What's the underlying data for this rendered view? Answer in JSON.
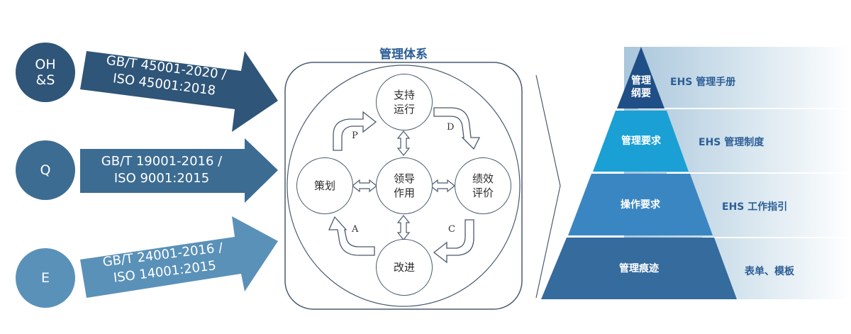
{
  "standards": [
    {
      "circle": "OH\n&S",
      "arrow": "GB/T 45001-2020 /\nISO 45001:2018",
      "color": "#2f5578"
    },
    {
      "circle": "Q",
      "arrow": "GB/T 19001-2016 /\nISO 9001:2015",
      "color": "#3c6c92"
    },
    {
      "circle": "E",
      "arrow": "GB/T 24001-2016 /\nISO 14001:2015",
      "color": "#5a91b8"
    }
  ],
  "system": {
    "title": "管理体系",
    "nodes": {
      "top": "支持\n运行",
      "left": "策划",
      "center": "领导\n作用",
      "right": "绩效\n评价",
      "bottom": "改进"
    },
    "pdca": {
      "p": "P",
      "d": "D",
      "c": "C",
      "a": "A"
    }
  },
  "pyramid": [
    {
      "label": "管理\n纲要",
      "desc": "EHS  管理手册",
      "color": "#1f4f86"
    },
    {
      "label": "管理要求",
      "desc": "EHS  管理制度",
      "color": "#1aa0d4"
    },
    {
      "label": "操作要求",
      "desc": "EHS  工作指引",
      "color": "#3a86c2"
    },
    {
      "label": "管理痕迹",
      "desc": "表单、模板",
      "color": "#356b9d"
    }
  ]
}
